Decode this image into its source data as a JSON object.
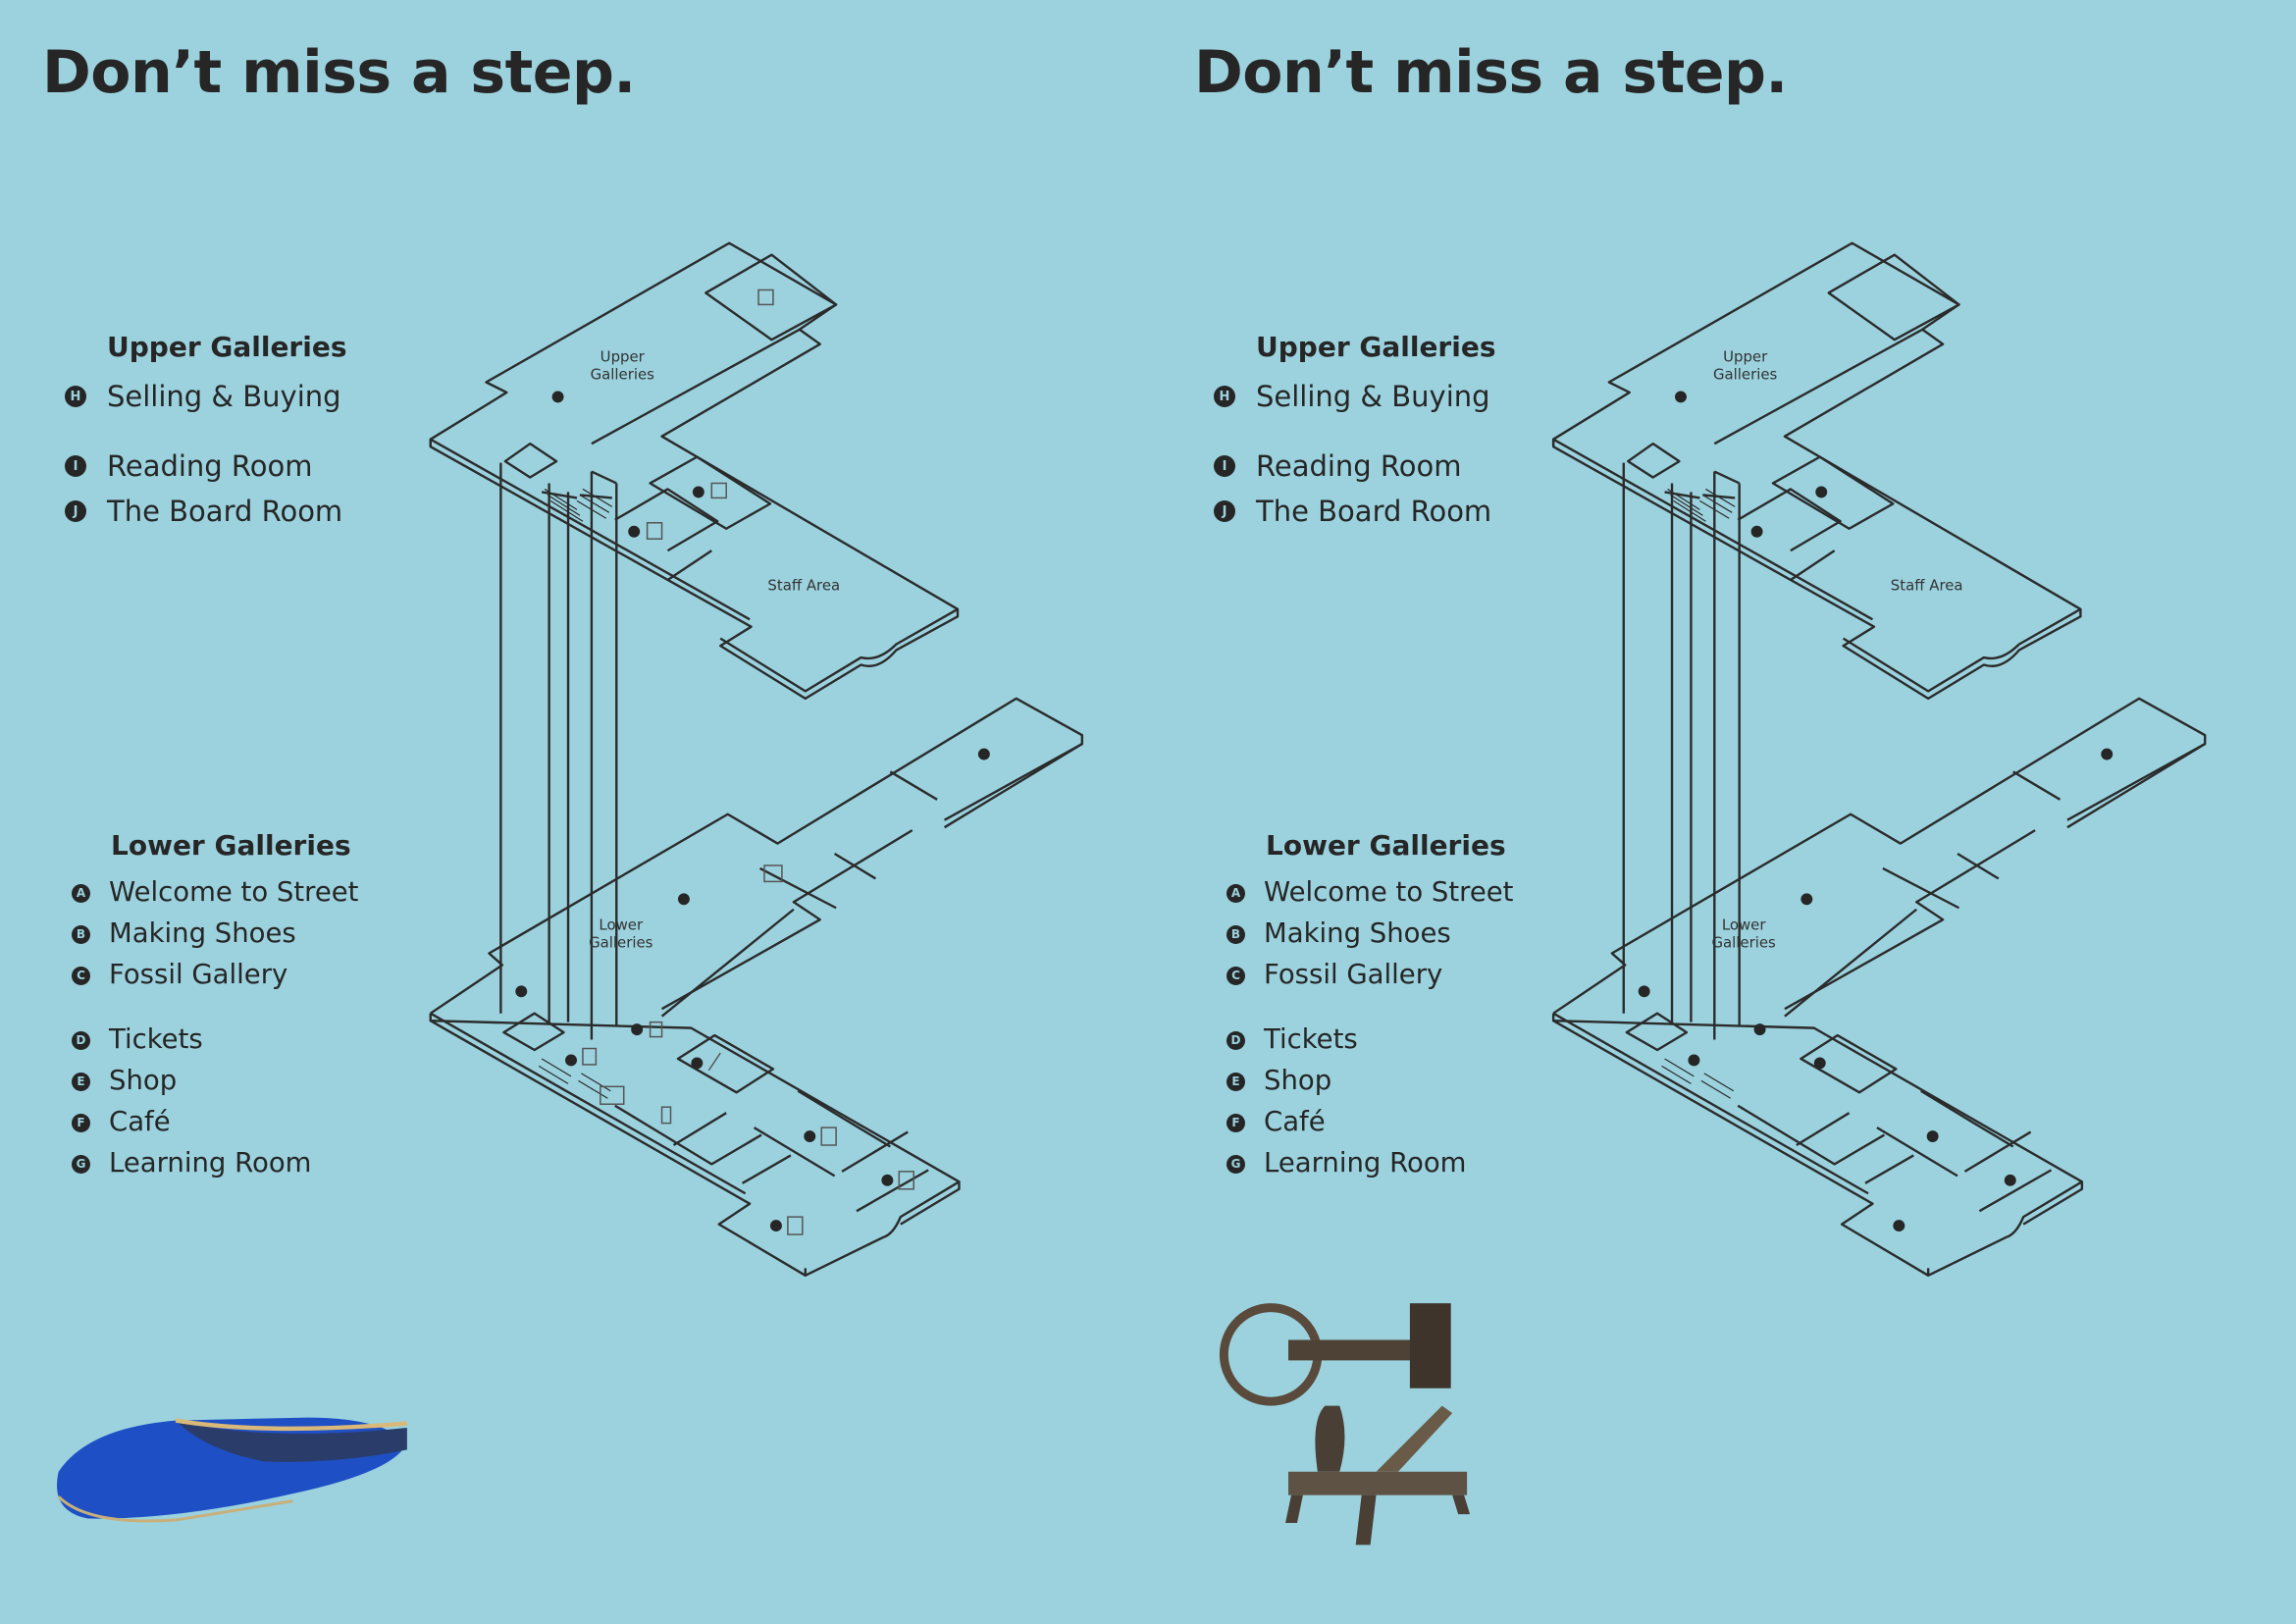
{
  "panels": [
    {
      "title": "Don’t miss a step.",
      "upper": {
        "heading": "Upper Galleries",
        "items": [
          {
            "marker": "H",
            "label": "Selling & Buying"
          },
          {
            "marker": "I",
            "label": "Reading Room"
          },
          {
            "marker": "J",
            "label": "The Board Room"
          }
        ]
      },
      "lower": {
        "heading": "Lower Galleries",
        "items": [
          {
            "marker": "A",
            "label": "Welcome to Street"
          },
          {
            "marker": "B",
            "label": "Making Shoes"
          },
          {
            "marker": "C",
            "label": "Fossil Gallery"
          },
          {
            "marker": "D",
            "label": "Tickets"
          },
          {
            "marker": "E",
            "label": "Shop"
          },
          {
            "marker": "F",
            "label": "Café"
          },
          {
            "marker": "G",
            "label": "Learning Room"
          }
        ]
      },
      "map": {
        "upper_label": [
          "Upper",
          "Galleries"
        ],
        "staff_label": "Staff Area",
        "lower_label": [
          "Lower",
          "Galleries"
        ]
      }
    },
    {
      "title": "Don’t miss a step.",
      "upper": {
        "heading": "Upper Galleries",
        "items": [
          {
            "marker": "H",
            "label": "Selling & Buying"
          },
          {
            "marker": "I",
            "label": "Reading Room"
          },
          {
            "marker": "J",
            "label": "The Board Room"
          }
        ]
      },
      "lower": {
        "heading": "Lower Galleries",
        "items": [
          {
            "marker": "A",
            "label": "Welcome to Street"
          },
          {
            "marker": "B",
            "label": "Making Shoes"
          },
          {
            "marker": "C",
            "label": "Fossil Gallery"
          },
          {
            "marker": "D",
            "label": "Tickets"
          },
          {
            "marker": "E",
            "label": "Shop"
          },
          {
            "marker": "F",
            "label": "Café"
          },
          {
            "marker": "G",
            "label": "Learning Room"
          }
        ]
      },
      "map": {
        "upper_label": [
          "Upper",
          "Galleries"
        ],
        "staff_label": "Staff Area",
        "lower_label": [
          "Lower",
          "Galleries"
        ]
      }
    }
  ],
  "colors": {
    "background": "#9bd2de",
    "ink": "#262626",
    "shoe": "#1f4fc4",
    "machine": "#5a4a3c"
  },
  "icons": [
    "lift-icon",
    "toilet-icon",
    "accessible-icon",
    "cafe-icon",
    "shop-bag-icon",
    "ticket-icon",
    "pencil-icon",
    "book-icon",
    "meeting-icon"
  ]
}
